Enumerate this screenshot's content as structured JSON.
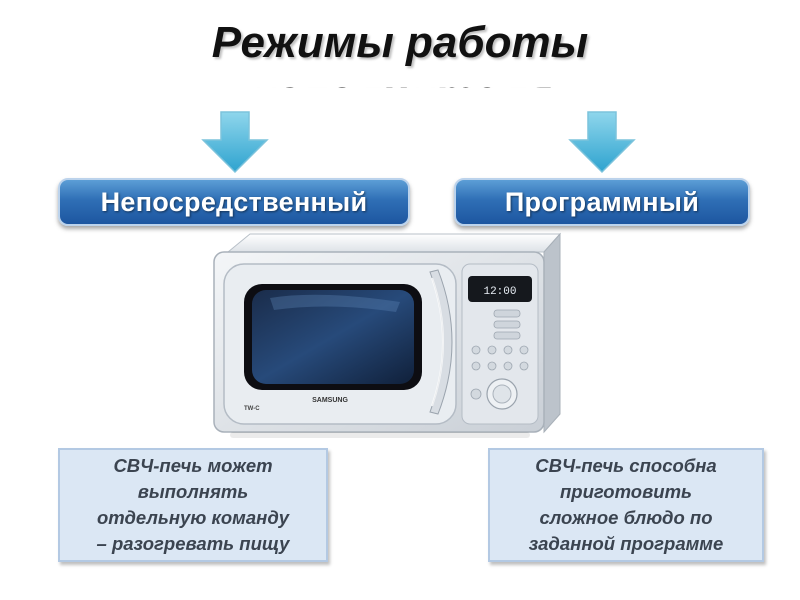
{
  "title": {
    "line1": "Режимы работы",
    "line2": "исполнителя"
  },
  "modes": [
    {
      "label": "Непосредственный"
    },
    {
      "label": "Программный"
    }
  ],
  "microwave": {
    "brand": "SAMSUNG",
    "display": "12:00",
    "model": "TW-C"
  },
  "descriptions": [
    {
      "lines": [
        "СВЧ-печь может",
        "выполнять",
        "отдельную команду",
        "– разогревать пищу"
      ]
    },
    {
      "lines": [
        "СВЧ-печь способна",
        "приготовить",
        "сложное блюдо по",
        "заданной программе"
      ]
    }
  ],
  "colors": {
    "accent_blue": "#2f6fb6",
    "arrow_teal": "#4ab8d8",
    "note_bg": "#dbe7f4"
  }
}
